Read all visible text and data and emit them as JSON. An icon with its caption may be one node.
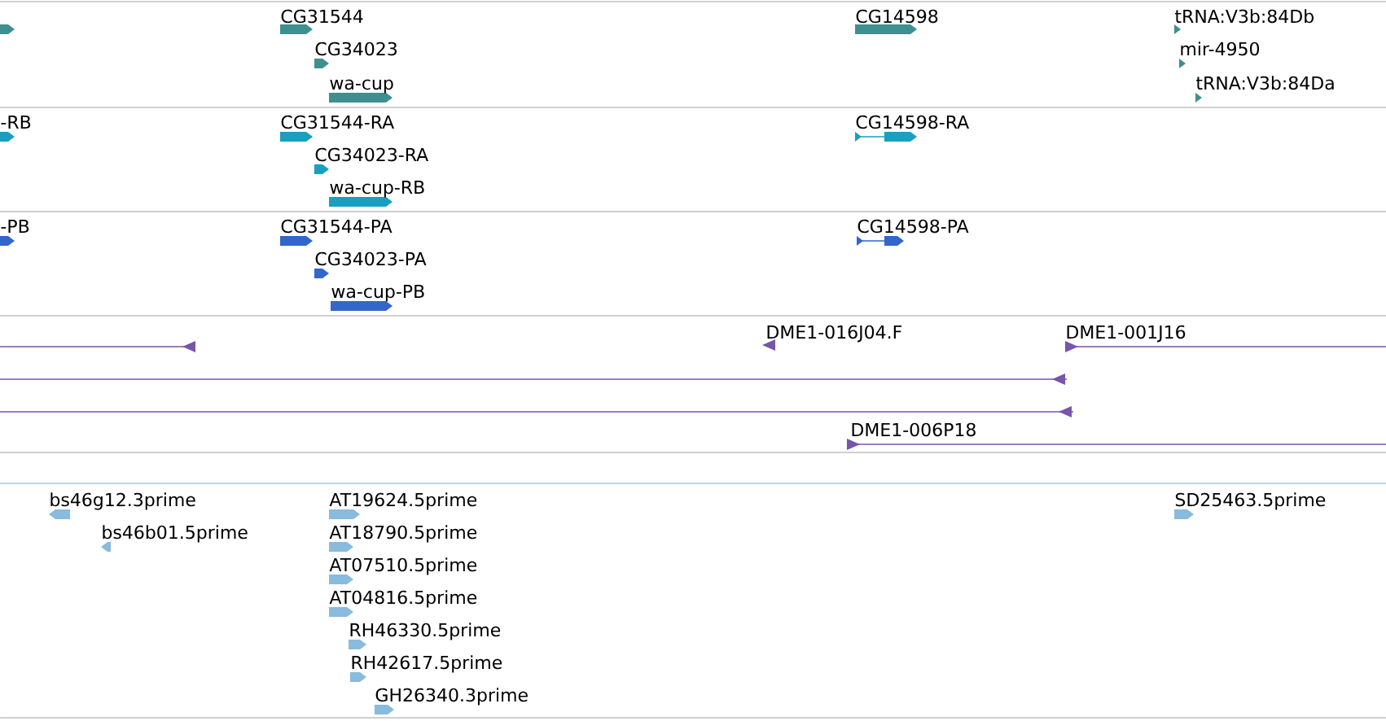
{
  "diagram": {
    "labels": [
      "CG31544",
      "CG14598",
      "tRNA:V3b:84Db",
      "CG34023",
      "mir-4950",
      "wa-cup",
      "tRNA:V3b:84Da",
      "-RB",
      "CG31544-RA",
      "CG14598-RA",
      "CG34023-RA",
      "wa-cup-RB",
      "-PB",
      "CG31544-PA",
      "CG14598-PA",
      "CG34023-PA",
      "wa-cup-PB",
      "DME1-016J04.F",
      "DME1-001J16",
      "DME1-006P18",
      "bs46g12.3prime",
      "AT19624.5prime",
      "SD25463.5prime",
      "bs46b01.5prime",
      "AT18790.5prime",
      "AT07510.5prime",
      "AT04816.5prime",
      "RH46330.5prime",
      "RH42617.5prime",
      "GH26340.3prime"
    ]
  }
}
